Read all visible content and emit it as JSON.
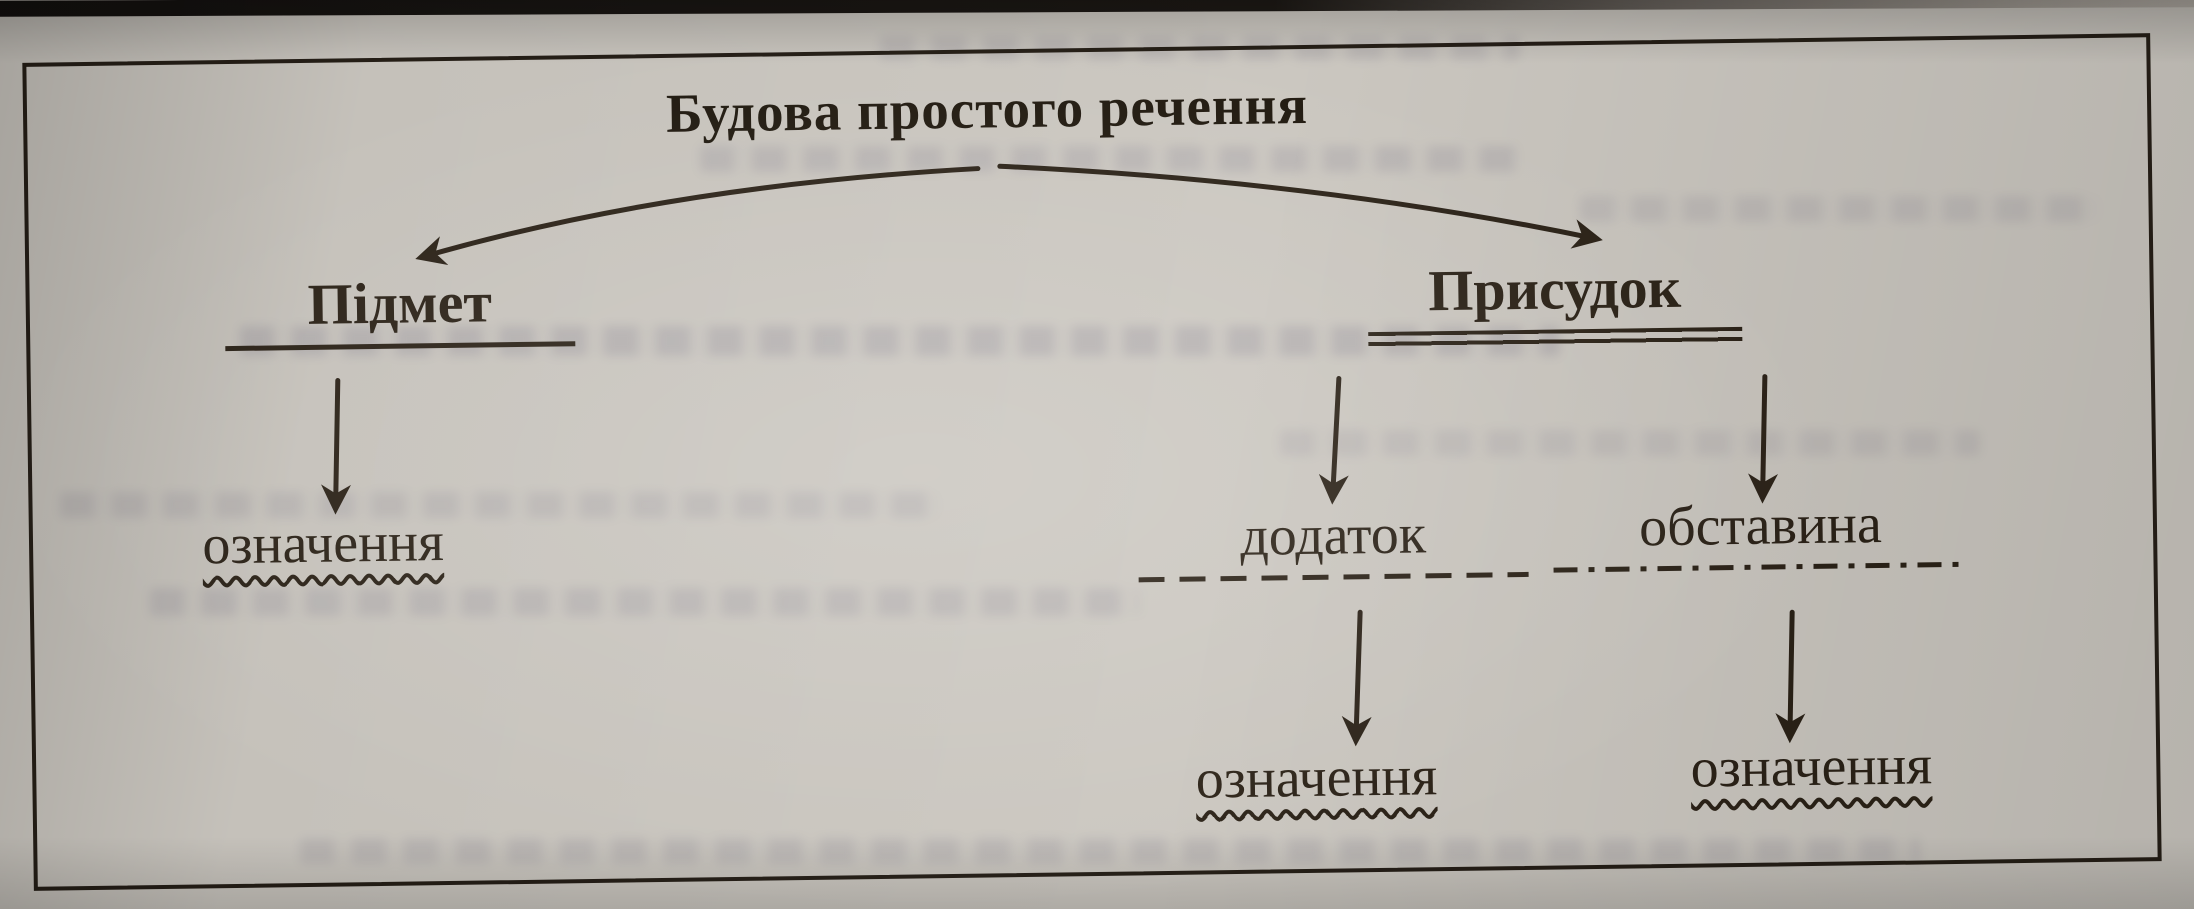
{
  "diagram": {
    "title": "Будова простого речення",
    "nodes": {
      "pidmet": {
        "label": "Підмет",
        "underline": "single"
      },
      "prysudok": {
        "label": "Присудок",
        "underline": "double"
      },
      "oznachennia_left": {
        "label": "означення",
        "underline": "wavy"
      },
      "dodatok": {
        "label": "додаток",
        "underline": "dashed"
      },
      "obstavyna": {
        "label": "обставина",
        "underline": "dash-dot"
      },
      "oznachennia_mid": {
        "label": "означення",
        "underline": "wavy"
      },
      "oznachennia_right": {
        "label": "означення",
        "underline": "wavy"
      }
    },
    "edges": [
      {
        "from": "title",
        "to": "pidmet"
      },
      {
        "from": "title",
        "to": "prysudok"
      },
      {
        "from": "pidmet",
        "to": "oznachennia_left"
      },
      {
        "from": "prysudok",
        "to": "dodatok"
      },
      {
        "from": "prysudok",
        "to": "obstavyna"
      },
      {
        "from": "dodatok",
        "to": "oznachennia_mid"
      },
      {
        "from": "obstavyna",
        "to": "oznachennia_right"
      }
    ],
    "colors": {
      "ink": "#2b2217",
      "paper": "#cbc7c0"
    }
  }
}
